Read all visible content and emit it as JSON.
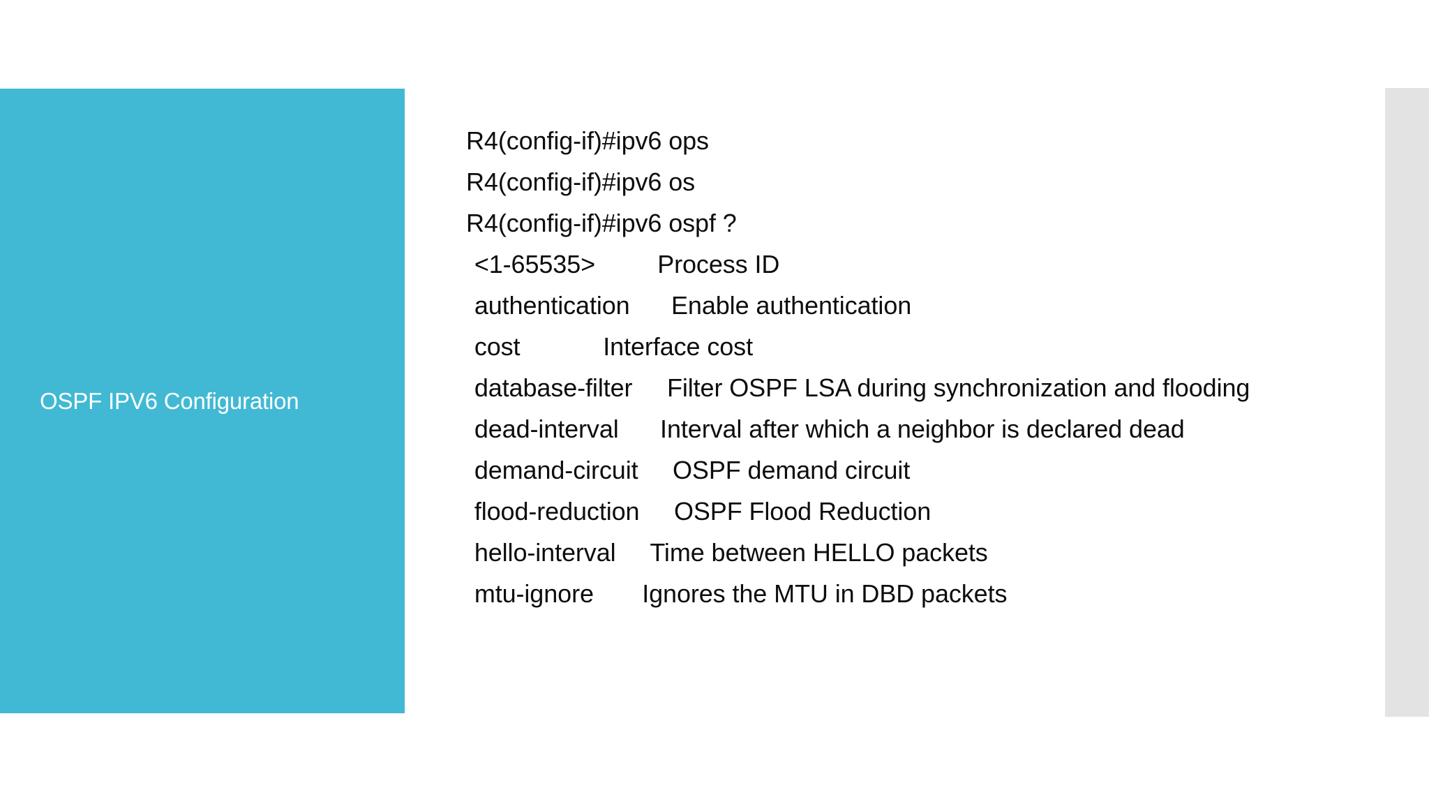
{
  "slide": {
    "title": "OSPF IPV6 Configuration",
    "accent_color": "#41B9D4",
    "strip_color": "#E3E3E3",
    "background_color": "#FFFFFF",
    "text_color": "#0D0D0D"
  },
  "console": {
    "prompt_lines": [
      "R4(config-if)#ipv6 ops",
      "R4(config-if)#ipv6 os",
      "R4(config-if)#ipv6 ospf ?"
    ],
    "help_entries": [
      {
        "keyword": "<1-65535>",
        "description": "Process ID",
        "line": "  <1-65535>         Process ID"
      },
      {
        "keyword": "authentication",
        "description": "Enable authentication",
        "line": "  authentication      Enable authentication"
      },
      {
        "keyword": "cost",
        "description": "Interface cost",
        "line": "  cost            Interface cost"
      },
      {
        "keyword": "database-filter",
        "description": "Filter OSPF LSA during synchronization and flooding",
        "line": "  database-filter     Filter OSPF LSA during synchronization and flooding"
      },
      {
        "keyword": "dead-interval",
        "description": "Interval after which a neighbor is declared dead",
        "line": "  dead-interval      Interval after which a neighbor is declared dead"
      },
      {
        "keyword": "demand-circuit",
        "description": "OSPF demand circuit",
        "line": "  demand-circuit     OSPF demand circuit"
      },
      {
        "keyword": "flood-reduction",
        "description": "OSPF Flood Reduction",
        "line": "  flood-reduction     OSPF Flood Reduction"
      },
      {
        "keyword": "hello-interval",
        "description": "Time between HELLO packets",
        "line": "  hello-interval     Time between HELLO packets"
      },
      {
        "keyword": "mtu-ignore",
        "description": "Ignores the MTU in DBD packets",
        "line": "  mtu-ignore       Ignores the MTU in DBD packets"
      }
    ]
  }
}
